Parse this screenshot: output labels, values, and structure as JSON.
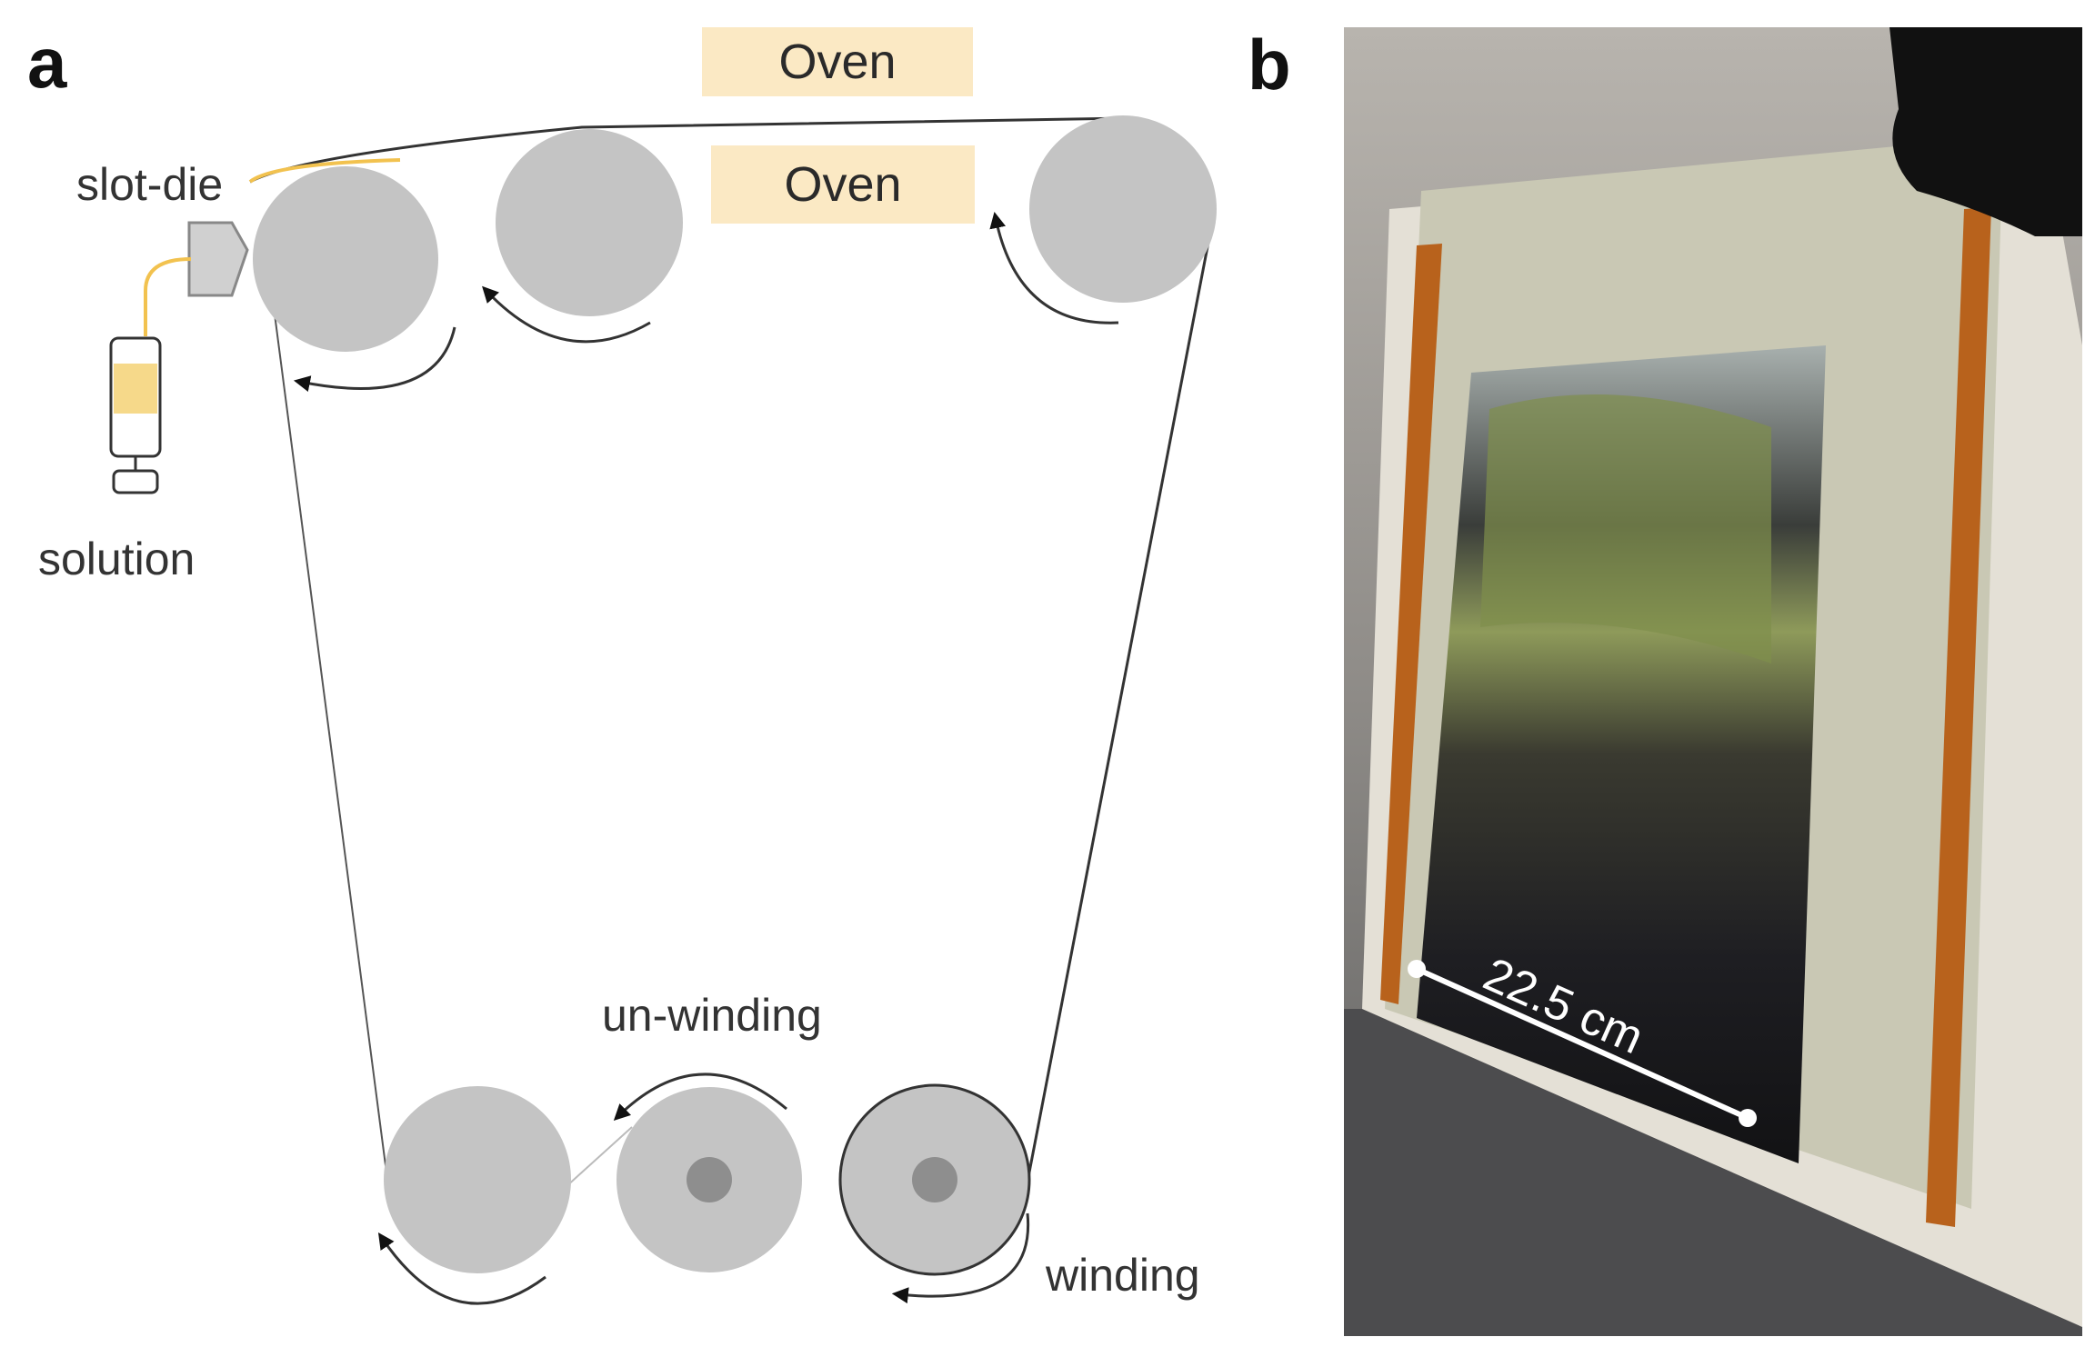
{
  "panel_a": {
    "letter": "a",
    "oven_top": "Oven",
    "oven_bottom": "Oven",
    "slot_die_label": "slot-die",
    "solution_label": "solution",
    "unwinding_label": "un-winding",
    "winding_label": "winding"
  },
  "panel_b": {
    "letter": "b",
    "measurement_label": "22.5 cm"
  },
  "colors": {
    "roller": "#c4c4c4",
    "roller_core": "#8e8e8e",
    "oven_fill": "#fbe9c4",
    "solution": "#f2c24f",
    "kapton": "#b8621c"
  }
}
